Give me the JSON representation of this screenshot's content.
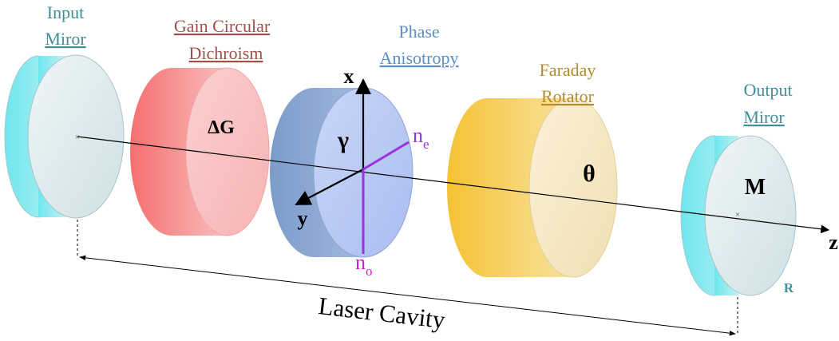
{
  "labels": {
    "input_mirror": [
      "Input",
      "Miror"
    ],
    "gain_dichroism": [
      "Gain Circular",
      "Dichroism"
    ],
    "phase_anisotropy": [
      "Phase",
      "Anisotropy"
    ],
    "faraday_rotator": [
      "Faraday",
      "Rotator"
    ],
    "output_mirror": [
      "Output",
      "Miror"
    ],
    "laser_cavity": "Laser Cavity"
  },
  "symbols": {
    "delta_g": "ΔG",
    "gamma": "γ",
    "theta": "θ",
    "m": "M",
    "r": "R"
  },
  "axes": {
    "x": "x",
    "y": "y",
    "z": "z",
    "ne_base": "n",
    "ne_sub": "e",
    "no_base": "n",
    "no_sub": "o"
  },
  "colors": {
    "input_label": "#3f8f97",
    "gain_label": "#a0504c",
    "phase_label": "#5b8fc4",
    "faraday_label": "#b58b2c",
    "output_label": "#3f8f97",
    "r_label": "#3f8f97",
    "ne_color": "#9b30e0",
    "no_color": "#cc22cc",
    "axis_color": "#000000"
  }
}
